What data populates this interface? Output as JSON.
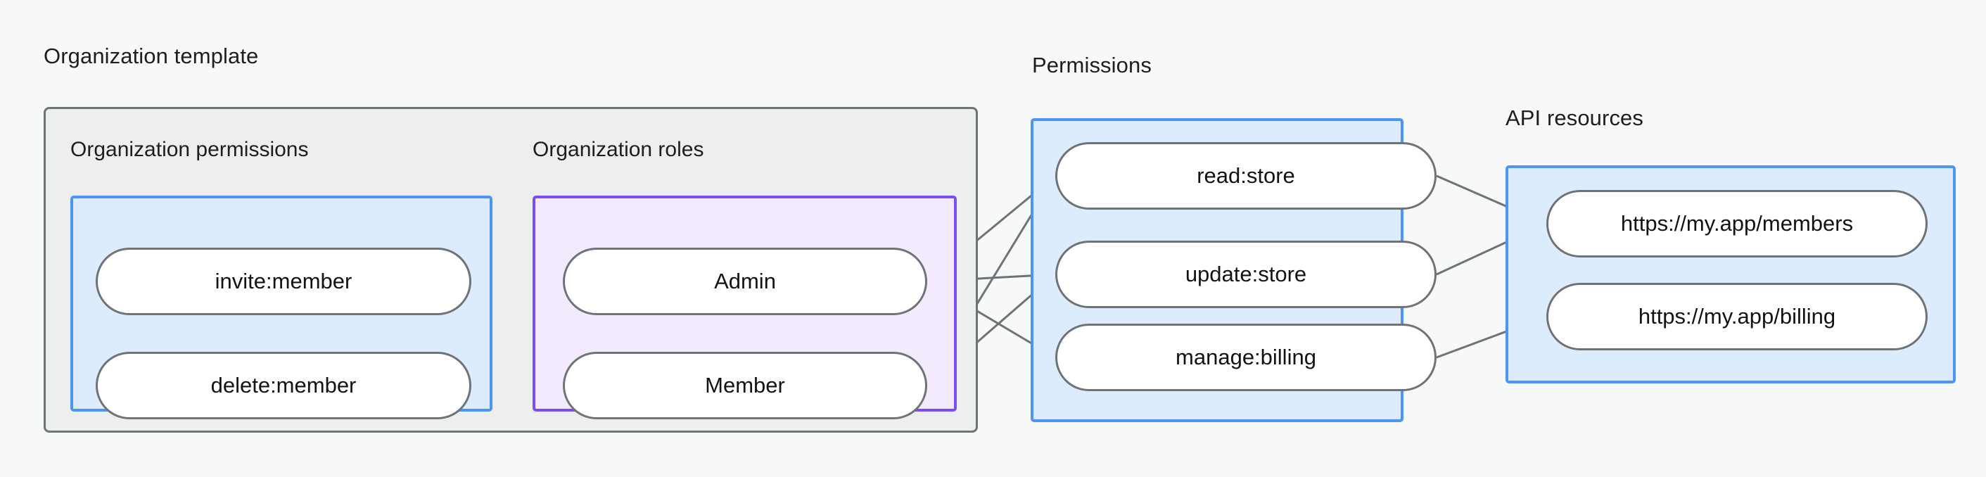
{
  "groups": {
    "org_template": {
      "label": "Organization template",
      "subgroups": {
        "org_permissions": {
          "label": "Organization permissions",
          "color": "#4d94f5",
          "items": [
            {
              "id": "invite_member",
              "label": "invite:member"
            },
            {
              "id": "delete_member",
              "label": "delete:member"
            }
          ]
        },
        "org_roles": {
          "label": "Organization roles",
          "color": "#7b4df4",
          "items": [
            {
              "id": "admin",
              "label": "Admin"
            },
            {
              "id": "member",
              "label": "Member"
            }
          ]
        }
      }
    },
    "permissions": {
      "label": "Permissions",
      "color": "#4d94f5",
      "items": [
        {
          "id": "read_store",
          "label": "read:store"
        },
        {
          "id": "update_store",
          "label": "update:store"
        },
        {
          "id": "manage_billing",
          "label": "manage:billing"
        }
      ]
    },
    "api_resources": {
      "label": "API resources",
      "color": "#4d94f5",
      "items": [
        {
          "id": "members_url",
          "label": "https://my.app/members"
        },
        {
          "id": "billing_url",
          "label": "https://my.app/billing"
        }
      ]
    }
  },
  "connections": [
    {
      "from": "invite_member",
      "to": "admin"
    },
    {
      "from": "invite_member",
      "to": "member"
    },
    {
      "from": "delete_member",
      "to": "member"
    },
    {
      "from": "admin",
      "to": "read_store"
    },
    {
      "from": "admin",
      "to": "update_store"
    },
    {
      "from": "admin",
      "to": "manage_billing"
    },
    {
      "from": "member",
      "to": "read_store"
    },
    {
      "from": "member",
      "to": "update_store"
    },
    {
      "from": "read_store",
      "to": "members_url"
    },
    {
      "from": "update_store",
      "to": "members_url"
    },
    {
      "from": "manage_billing",
      "to": "billing_url"
    }
  ],
  "colors": {
    "canvas": "#f7f8f8",
    "gray_fill": "#edeeee",
    "gray_border": "#6f7277",
    "blue_fill": "#ddecfd",
    "blue_border": "#4d94f5",
    "purple_fill": "#f3eafd",
    "purple_border": "#7b4df4",
    "pill_fill": "#ffffff",
    "pill_border": "#6f7277",
    "text": "#1c1e21"
  }
}
